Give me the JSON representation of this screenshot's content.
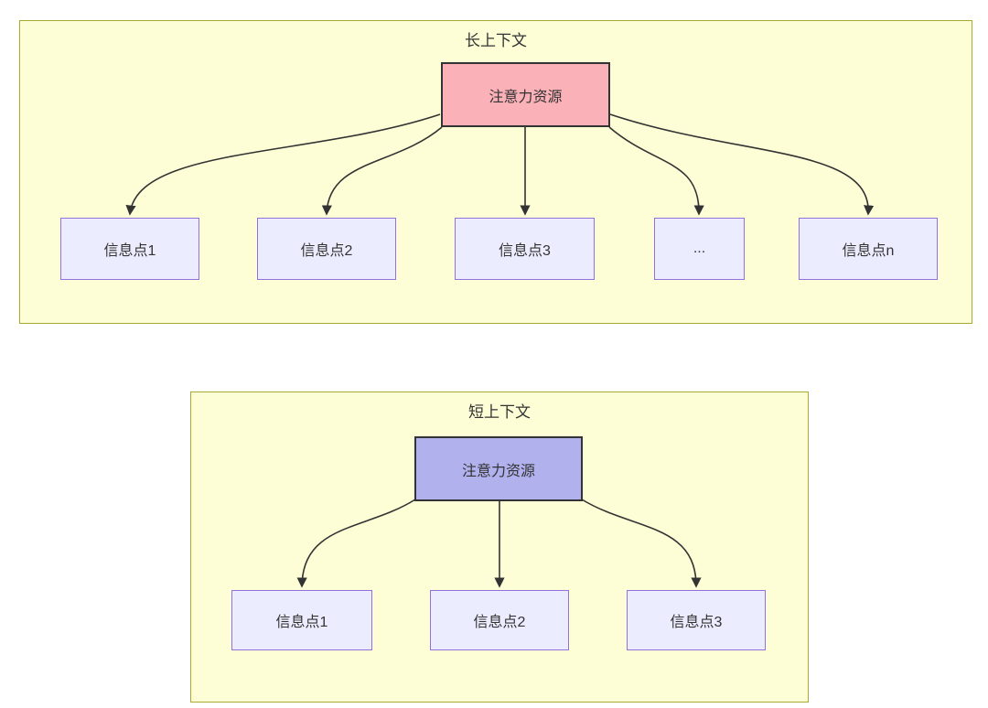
{
  "colors": {
    "page_bg": "#ffffff",
    "container_fill": "#fdfdd6",
    "container_border": "#aaaa33",
    "attention_long_fill": "#fbb1b8",
    "attention_short_fill": "#b1b1ee",
    "node_fill": "#ececff",
    "node_border": "#9370db",
    "dark_border": "#333333",
    "arrow": "#333333",
    "text": "#333333"
  },
  "long_context": {
    "title": "长上下文",
    "attention": {
      "label": "注意力资源"
    },
    "nodes": [
      {
        "label": "信息点1"
      },
      {
        "label": "信息点2"
      },
      {
        "label": "信息点3"
      },
      {
        "label": "..."
      },
      {
        "label": "信息点n"
      }
    ]
  },
  "short_context": {
    "title": "短上下文",
    "attention": {
      "label": "注意力资源"
    },
    "nodes": [
      {
        "label": "信息点1"
      },
      {
        "label": "信息点2"
      },
      {
        "label": "信息点3"
      }
    ]
  }
}
